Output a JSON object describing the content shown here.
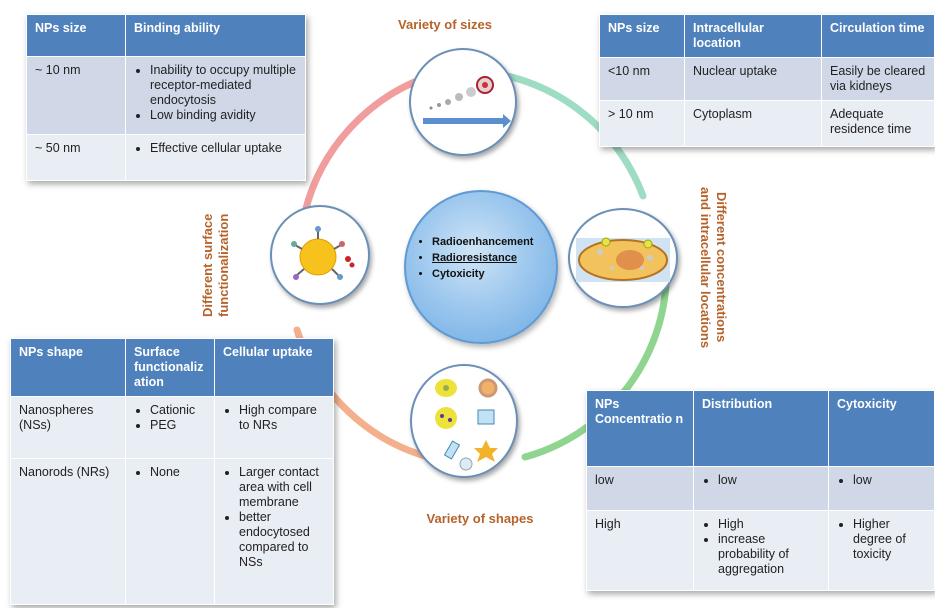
{
  "labels": {
    "sizes": "Variety of sizes",
    "shapes": "Variety of shapes",
    "surface_line1": "Different surface",
    "surface_line2": "functionalization",
    "conc_line1": "Different concentrations",
    "conc_line2": "and intracellular locations"
  },
  "center": {
    "items": [
      "Radioenhancement",
      "Radioresistance",
      "Cytoxicity"
    ]
  },
  "table_binding": {
    "headers": [
      "NPs size",
      "Binding ability"
    ],
    "rows": [
      {
        "size": "~ 10 nm",
        "items": [
          "Inability to occupy multiple receptor-mediated endocytosis",
          "Low binding avidity"
        ]
      },
      {
        "size": "~ 50 nm",
        "items": [
          "Effective cellular uptake"
        ]
      }
    ]
  },
  "table_location": {
    "headers": [
      "NPs size",
      "Intracellular location",
      "Circulation time"
    ],
    "rows": [
      {
        "size": "<10 nm",
        "location": "Nuclear uptake",
        "circulation": "Easily be cleared via kidneys"
      },
      {
        "size": "> 10 nm",
        "location": "Cytoplasm",
        "circulation": "Adequate residence time"
      }
    ]
  },
  "table_shape": {
    "headers": [
      "NPs shape",
      "Surface functionaliz ation",
      "Cellular uptake"
    ],
    "rows": [
      {
        "shape": "Nanospheres (NSs)",
        "surface": [
          "Cationic",
          "PEG"
        ],
        "uptake": [
          "High compare to NRs"
        ]
      },
      {
        "shape": "Nanorods (NRs)",
        "surface": [
          "None"
        ],
        "uptake": [
          "Larger contact area with cell membrane",
          "better endocytosed compared to NSs"
        ]
      }
    ]
  },
  "table_conc": {
    "headers": [
      "NPs Concentratio n",
      "Distribution",
      "Cytoxicity"
    ],
    "rows": [
      {
        "conc": "low",
        "distribution": [
          "low"
        ],
        "cytox": [
          "low"
        ]
      },
      {
        "conc": "High",
        "distribution": [
          "High",
          "increase probability of aggregation"
        ],
        "cytox": [
          "Higher degree of toxicity"
        ]
      }
    ]
  },
  "colors": {
    "header_blue": "#4f81bd",
    "row_dark": "#d0d8e8",
    "row_light": "#e9edf4",
    "label_orange": "#b5632b"
  }
}
